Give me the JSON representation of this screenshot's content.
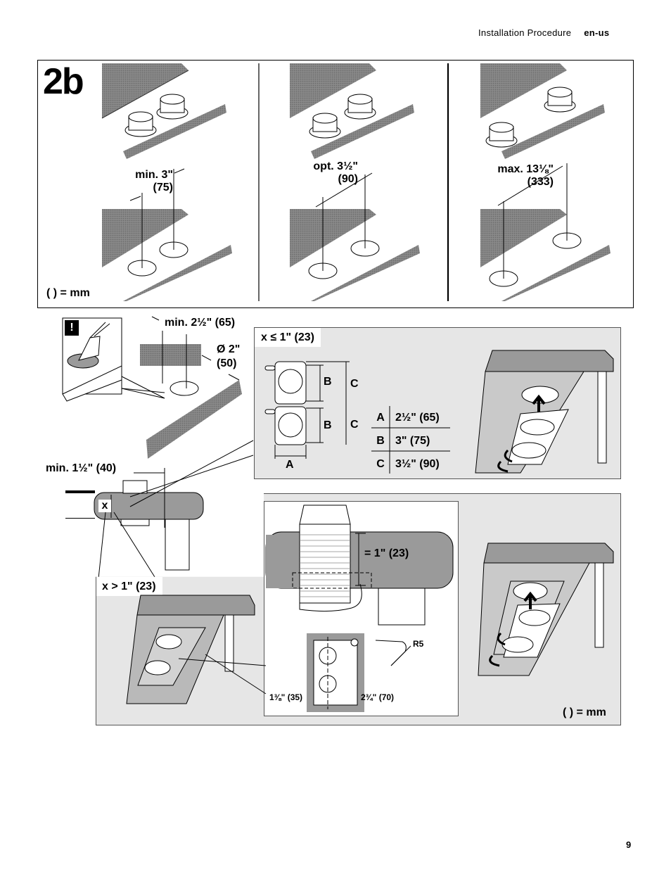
{
  "header": {
    "section": "Installation Procedure",
    "lang": "en-us"
  },
  "figure": {
    "step": "2b",
    "unit_note": "( ) = mm",
    "panel1": {
      "line1": "min. 3\"",
      "line2": "(75)"
    },
    "panel2": {
      "line1": "opt. 3½\"",
      "line2": "(90)"
    },
    "panel3": {
      "line1": "max. 13⅛\"",
      "line2": "(333)"
    }
  },
  "lower": {
    "warning": "!",
    "min_spacing": "min. 2½\" (65)",
    "diameter_line1": "Ø 2\"",
    "diameter_line2": "(50)",
    "edge_distance": "min. 1½\" (40)",
    "x_label": "x",
    "thin_box": {
      "title": "x ≤ 1\" (23)",
      "dim_b": "B",
      "dim_c": "C",
      "dim_a": "A",
      "table": [
        {
          "key": "A",
          "value": "2½\" (65)"
        },
        {
          "key": "B",
          "value": "3\" (75)"
        },
        {
          "key": "C",
          "value": "3½\" (90)"
        }
      ]
    },
    "thick_box": {
      "title": "x > 1\" (23)",
      "thickness": "= 1\" (23)",
      "radius": "R5",
      "left_dim": "1⅜\" (35)",
      "right_dim": "2¾\" (70)",
      "unit_note": "( ) = mm"
    }
  },
  "page_number": "9"
}
